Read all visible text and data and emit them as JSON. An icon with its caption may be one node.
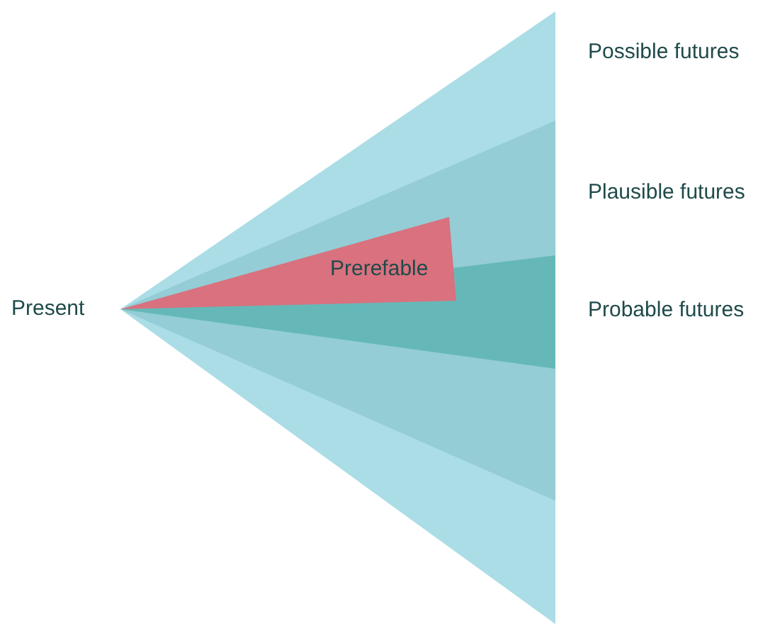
{
  "diagram": {
    "nodes": [
      {
        "text": [
          "Possible futures"
        ]
      },
      {
        "text": [
          "Plausible futures"
        ],
        "in": 0
      },
      {
        "text": [
          "Probable futures"
        ],
        "in": 1
      },
      {
        "text": [
          "Prerefable"
        ],
        "in": 1
      }
    ],
    "labels": [
      "Present"
    ]
  }
}
